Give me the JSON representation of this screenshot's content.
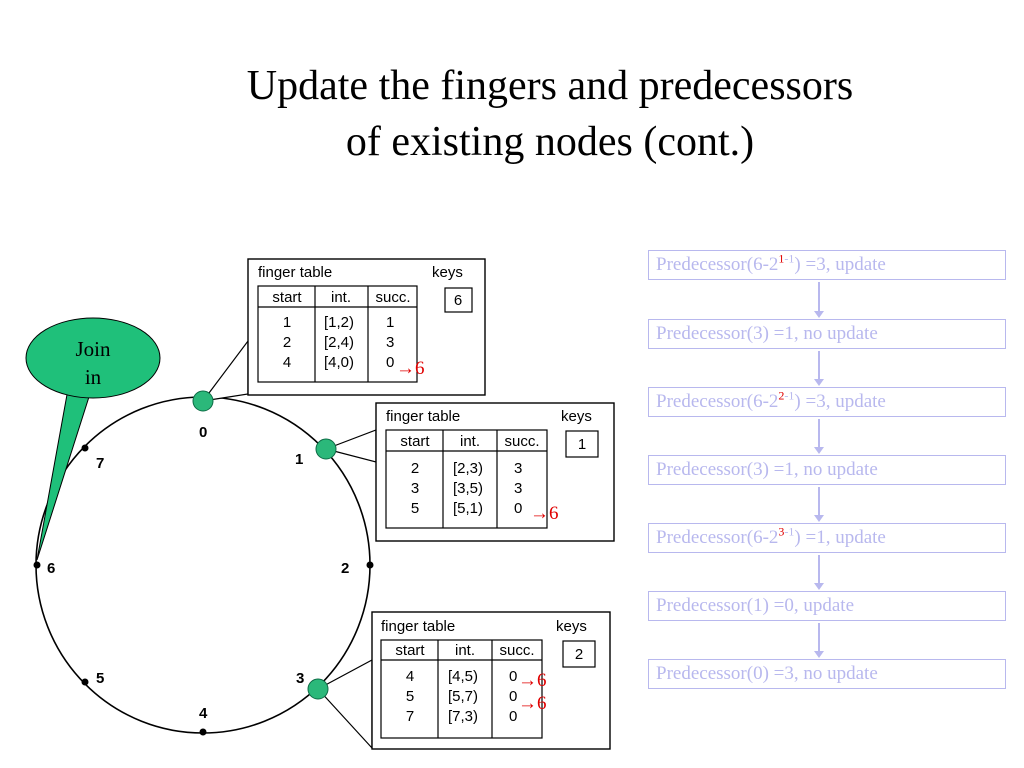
{
  "title": {
    "line1": "Update the fingers and predecessors",
    "line2": "of existing nodes (cont.)"
  },
  "ring": {
    "node_labels": [
      "0",
      "1",
      "2",
      "3",
      "4",
      "5",
      "6",
      "7"
    ]
  },
  "join_callout": {
    "line1": "Join",
    "line2": "in"
  },
  "finger_tables": [
    {
      "node": "0",
      "header": "finger table",
      "keys_label": "keys",
      "keys": "6",
      "columns": [
        "start",
        "int.",
        "succ."
      ],
      "rows": [
        {
          "start": "1",
          "int": "[1,2)",
          "succ": "1",
          "update": ""
        },
        {
          "start": "2",
          "int": "[2,4)",
          "succ": "3",
          "update": ""
        },
        {
          "start": "4",
          "int": "[4,0)",
          "succ": "0",
          "update": "→6"
        }
      ]
    },
    {
      "node": "1",
      "header": "finger table",
      "keys_label": "keys",
      "keys": "1",
      "columns": [
        "start",
        "int.",
        "succ."
      ],
      "rows": [
        {
          "start": "2",
          "int": "[2,3)",
          "succ": "3",
          "update": ""
        },
        {
          "start": "3",
          "int": "[3,5)",
          "succ": "3",
          "update": ""
        },
        {
          "start": "5",
          "int": "[5,1)",
          "succ": "0",
          "update": "→6"
        }
      ]
    },
    {
      "node": "3",
      "header": "finger table",
      "keys_label": "keys",
      "keys": "2",
      "columns": [
        "start",
        "int.",
        "succ."
      ],
      "rows": [
        {
          "start": "4",
          "int": "[4,5)",
          "succ": "0",
          "update": "→6"
        },
        {
          "start": "5",
          "int": "[5,7)",
          "succ": "0",
          "update": "→6"
        },
        {
          "start": "7",
          "int": "[7,3)",
          "succ": "0",
          "update": ""
        }
      ]
    }
  ],
  "steps": [
    {
      "pre": "Predecessor(6-2",
      "exp_hl": "1",
      "exp_rest": "-1",
      "post": ") =3, update"
    },
    {
      "text": "Predecessor(3) =1, no update"
    },
    {
      "pre": "Predecessor(6-2",
      "exp_hl": "2",
      "exp_rest": "-1",
      "post": ") =3, update"
    },
    {
      "text": "Predecessor(3) =1, no update"
    },
    {
      "pre": "Predecessor(6-2",
      "exp_hl": "3",
      "exp_rest": "-1",
      "post": ") =1, update"
    },
    {
      "text": "Predecessor(1) =0, update"
    },
    {
      "text": "Predecessor(0) =3, no update"
    }
  ],
  "colors": {
    "node_fill": "#2bb87a",
    "callout_fill": "#1fc07a",
    "step_text": "#b8b8ee",
    "highlight": "#e00000"
  }
}
